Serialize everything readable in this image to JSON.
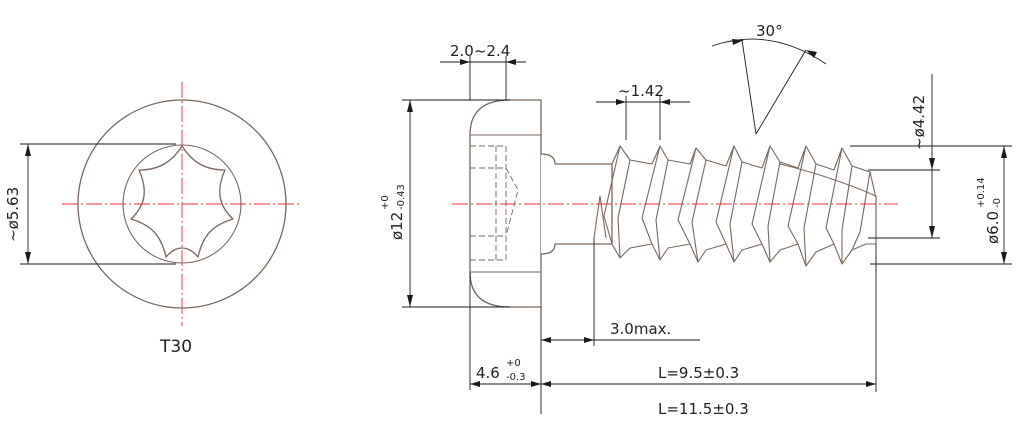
{
  "drive": {
    "label": "T30",
    "recess_diameter": "~ø5.63"
  },
  "dimensions": {
    "head_recess_depth": "2.0~2.4",
    "thread_pitch": "~1.42",
    "flank_angle": "30°",
    "core_diameter": "~ø4.42",
    "head_diameter_base": "ø12",
    "head_diameter_tol_upper": "+0",
    "head_diameter_tol_lower": "-0.43",
    "thread_diameter_base": "ø6.0",
    "thread_diameter_tol_upper": "+0.14",
    "thread_diameter_tol_lower": "-0",
    "underhead_length": "3.0max.",
    "head_height_base": "4.6",
    "head_height_tol_upper": "+0",
    "head_height_tol_lower": "-0.3",
    "thread_length": "L=9.5±0.3",
    "total_length": "L=11.5±0.3"
  },
  "colors": {
    "part_outline": "#7a675c",
    "dimension_line": "#1a1a1a",
    "center_line": "#e8303a"
  }
}
